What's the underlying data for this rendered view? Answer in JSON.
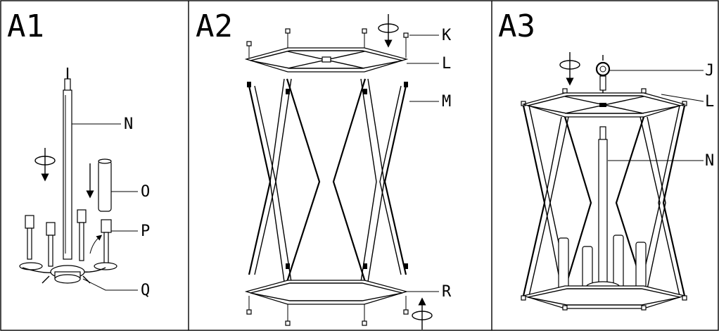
{
  "panels": [
    {
      "id": "A1",
      "title": "A1",
      "labels": [
        "N",
        "O",
        "P",
        "Q"
      ]
    },
    {
      "id": "A2",
      "title": "A2",
      "labels": [
        "K",
        "L",
        "M",
        "R"
      ]
    },
    {
      "id": "A3",
      "title": "A3",
      "labels": [
        "J",
        "L",
        "N"
      ]
    }
  ],
  "colors": {
    "line": "#000000",
    "background": "#ffffff"
  }
}
